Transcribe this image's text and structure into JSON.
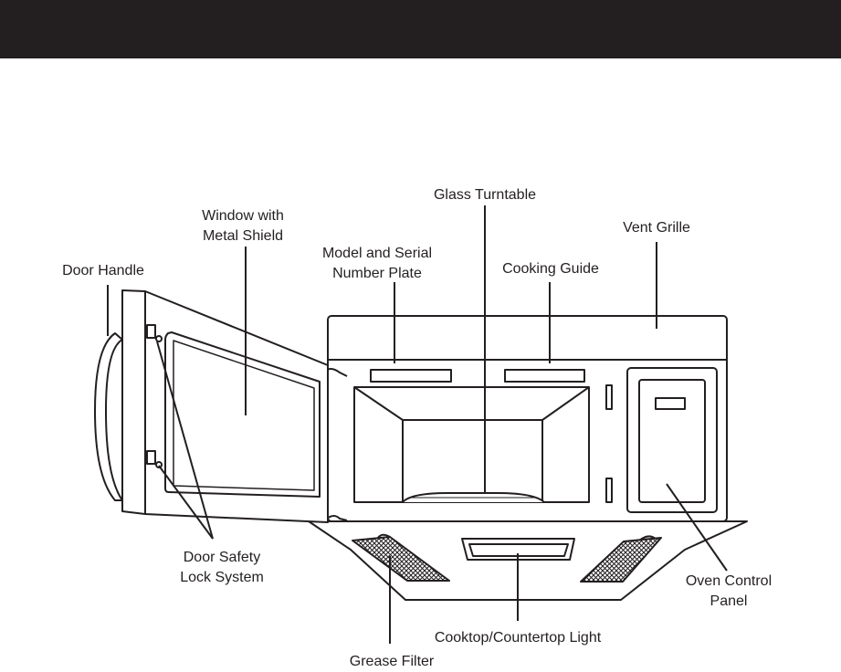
{
  "header": {
    "color": "#231f20"
  },
  "labels": {
    "glass_turntable": "Glass Turntable",
    "window_with": "Window with",
    "metal_shield": "Metal Shield",
    "vent_grille": "Vent Grille",
    "model_and_serial": "Model and Serial",
    "number_plate": "Number Plate",
    "cooking_guide": "Cooking Guide",
    "door_handle": "Door Handle",
    "door_safety": "Door Safety",
    "lock_system": "Lock System",
    "oven_control": "Oven Control",
    "panel": "Panel",
    "cooktop_light": "Cooktop/Countertop Light",
    "grease_filter": "Grease Filter"
  },
  "colors": {
    "line": "#231f20",
    "fill": "#ffffff"
  }
}
